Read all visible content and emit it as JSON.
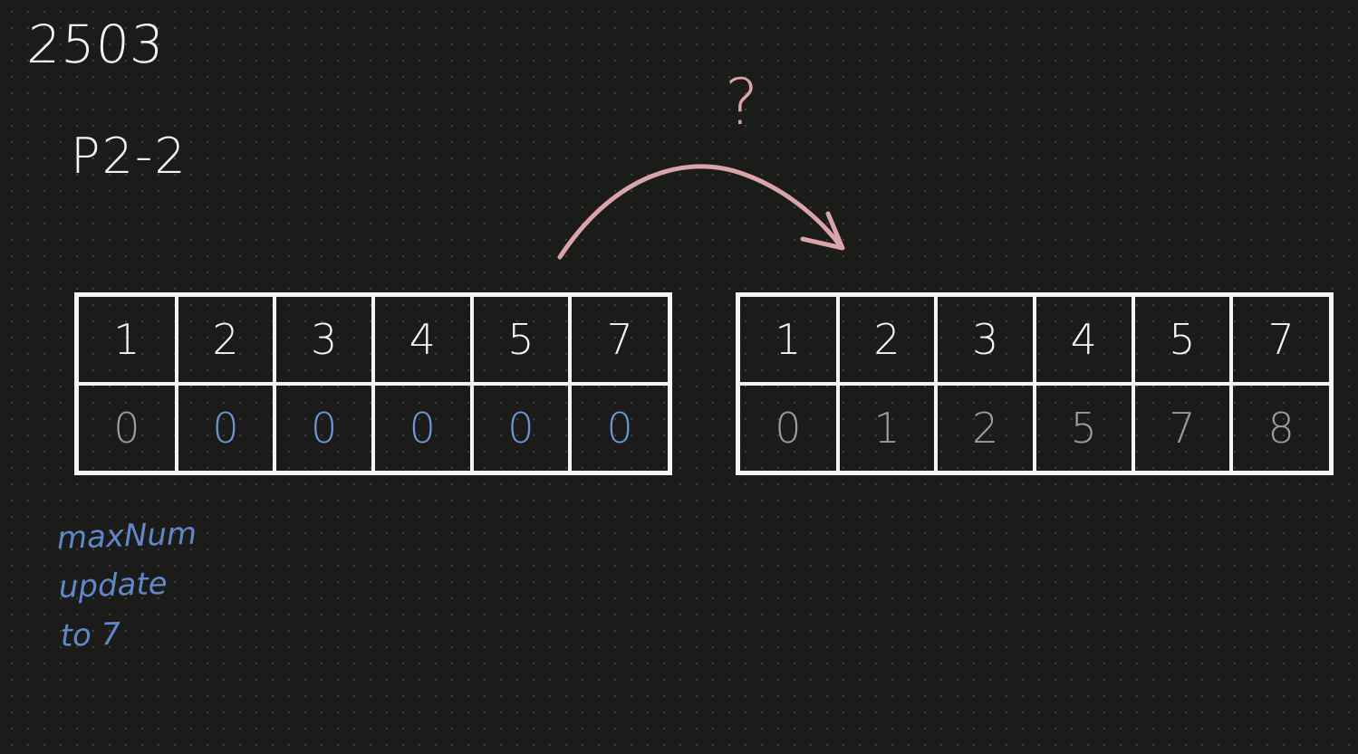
{
  "title": "2503",
  "subtitle": "P2-2",
  "question_mark": "?",
  "note": {
    "line1": "maxNum",
    "line2": "update",
    "line3": "to 7"
  },
  "colors": {
    "background": "#1b1b19",
    "ink_white": "#f4f4f2",
    "ink_gray": "#9b9b98",
    "ink_blue": "#6d96d3",
    "ink_pink": "#d9a4aa"
  },
  "left_table": {
    "keys": [
      "1",
      "2",
      "3",
      "4",
      "5",
      "7"
    ],
    "values": [
      "0",
      "0",
      "0",
      "0",
      "0",
      "0"
    ],
    "value_colors": [
      "gray",
      "blue",
      "blue",
      "blue",
      "blue",
      "blue"
    ]
  },
  "right_table": {
    "keys": [
      "1",
      "2",
      "3",
      "4",
      "5",
      "7"
    ],
    "values": [
      "0",
      "1",
      "2",
      "5",
      "7",
      "8"
    ],
    "value_colors": [
      "gray",
      "gray",
      "gray",
      "gray",
      "gray",
      "gray"
    ]
  }
}
